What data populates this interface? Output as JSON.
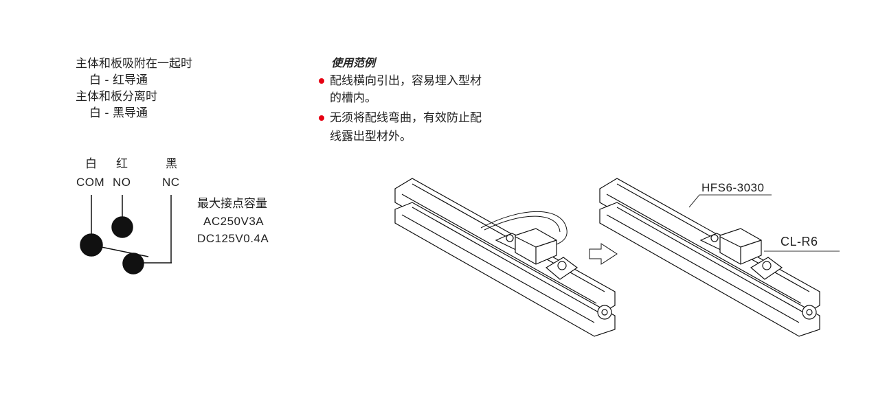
{
  "left_notes": {
    "line1": "主体和板吸附在一起时",
    "line2": "白 - 红导通",
    "line3": "主体和板分离时",
    "line4": "白 - 黑导通"
  },
  "circuit": {
    "wire_colors": [
      "白",
      "红",
      "黑"
    ],
    "terminals": [
      "COM",
      "NO",
      "NC"
    ],
    "capacity_title": "最大接点容量",
    "ac_rating": "AC250V3A",
    "dc_rating": "DC125V0.4A"
  },
  "usage": {
    "title": "使用范例",
    "bullets": [
      {
        "line1": "配线横向引出，容易埋入型材",
        "line2": "的槽内。"
      },
      {
        "line1": "无须将配线弯曲，有效防止配",
        "line2": "线露出型材外。"
      }
    ],
    "bullet_color": "#e60012"
  },
  "illustration": {
    "label_profile": "HFS6-3030",
    "label_sensor": "CL-R6"
  }
}
